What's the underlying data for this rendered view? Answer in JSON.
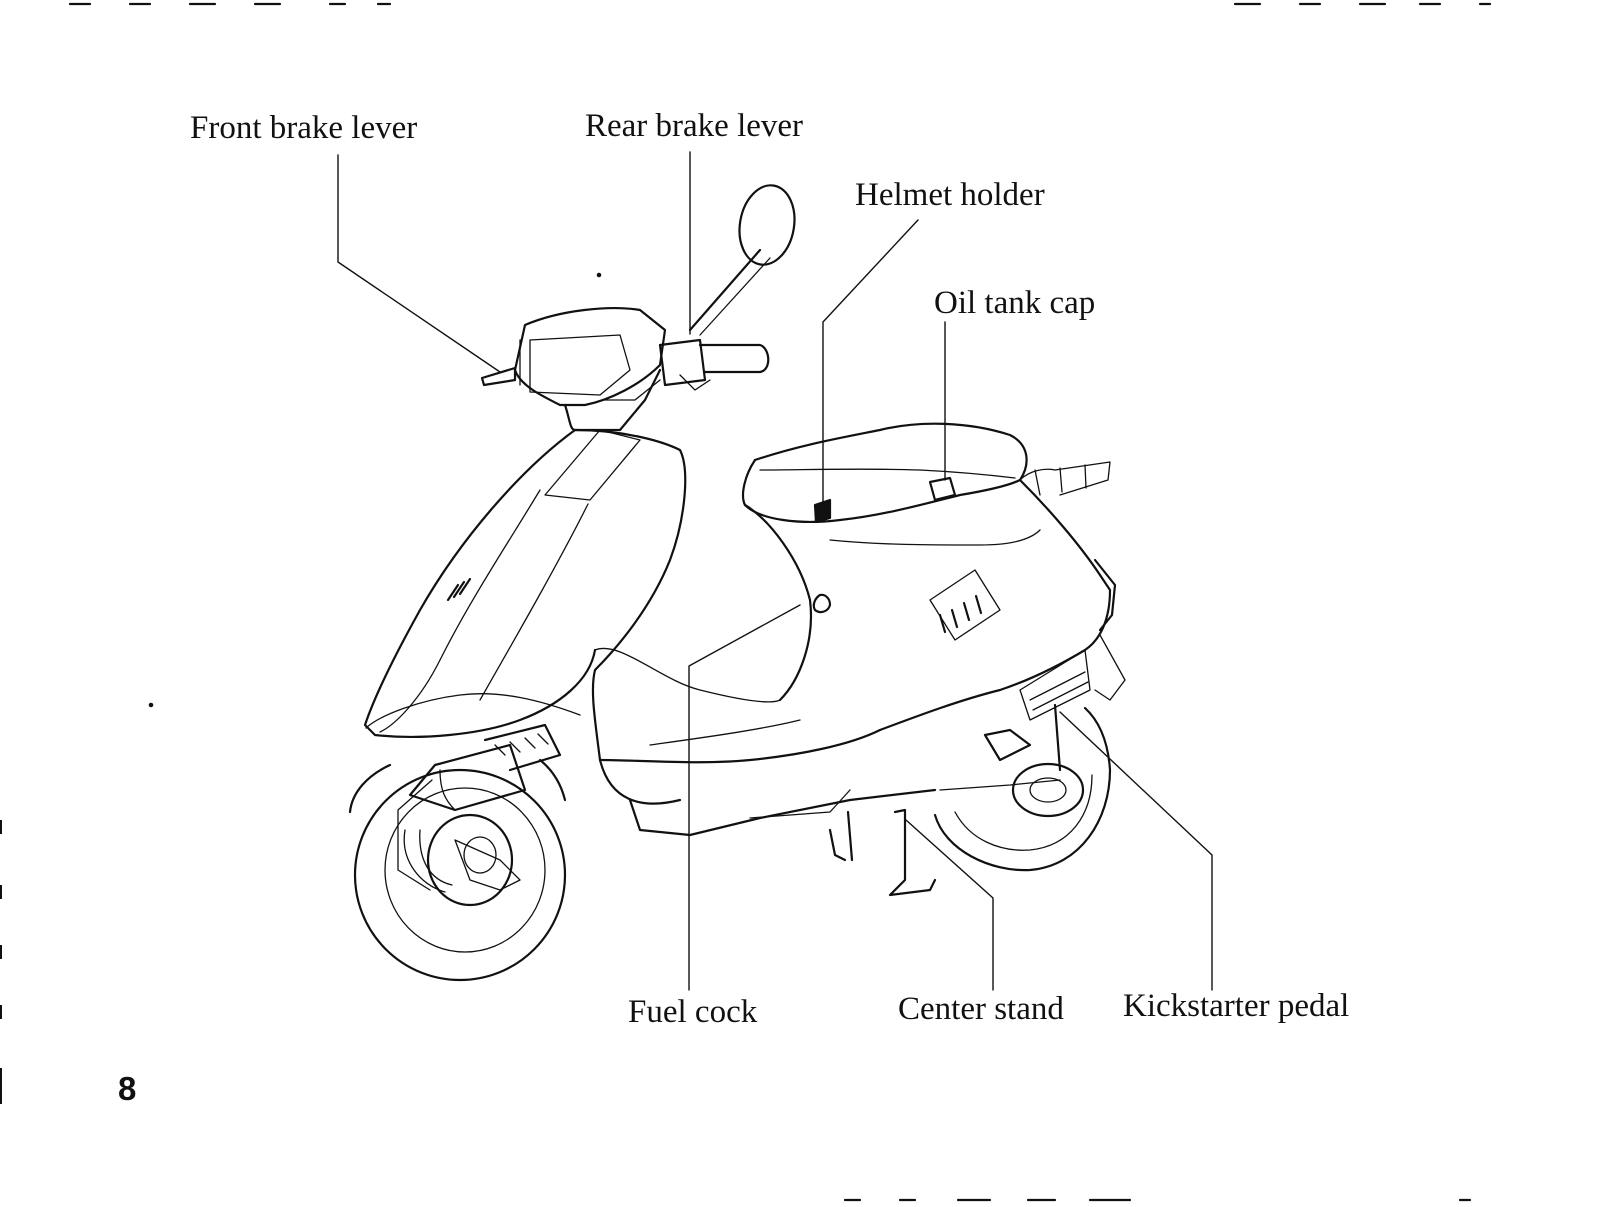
{
  "diagram": {
    "labels": {
      "front_brake_lever": "Front brake lever",
      "rear_brake_lever": "Rear brake lever",
      "helmet_holder": "Helmet holder",
      "oil_tank_cap": "Oil tank cap",
      "fuel_cock": "Fuel cock",
      "center_stand": "Center stand",
      "kickstarter_pedal": "Kickstarter pedal"
    }
  },
  "page": {
    "number": "8"
  }
}
